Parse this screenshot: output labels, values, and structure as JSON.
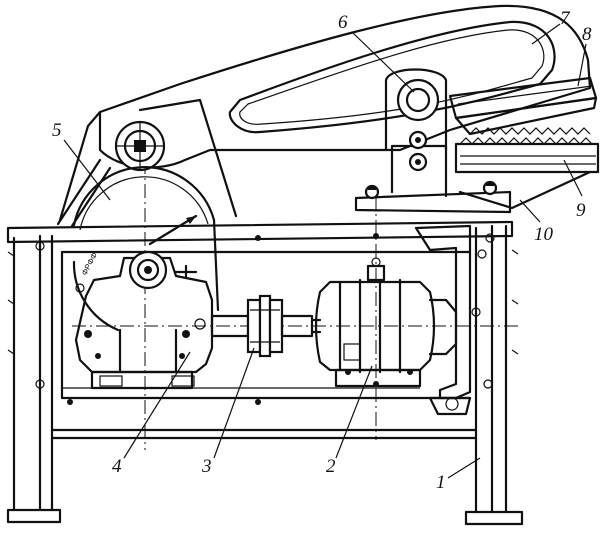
{
  "callouts": [
    {
      "id": "1",
      "label": "1"
    },
    {
      "id": "2",
      "label": "2"
    },
    {
      "id": "3",
      "label": "3"
    },
    {
      "id": "4",
      "label": "4"
    },
    {
      "id": "5",
      "label": "5"
    },
    {
      "id": "6",
      "label": "6"
    },
    {
      "id": "7",
      "label": "7"
    },
    {
      "id": "8",
      "label": "8"
    },
    {
      "id": "9",
      "label": "9"
    },
    {
      "id": "10",
      "label": "10"
    }
  ],
  "flywheel_marking": "ΦΡΦΦ"
}
